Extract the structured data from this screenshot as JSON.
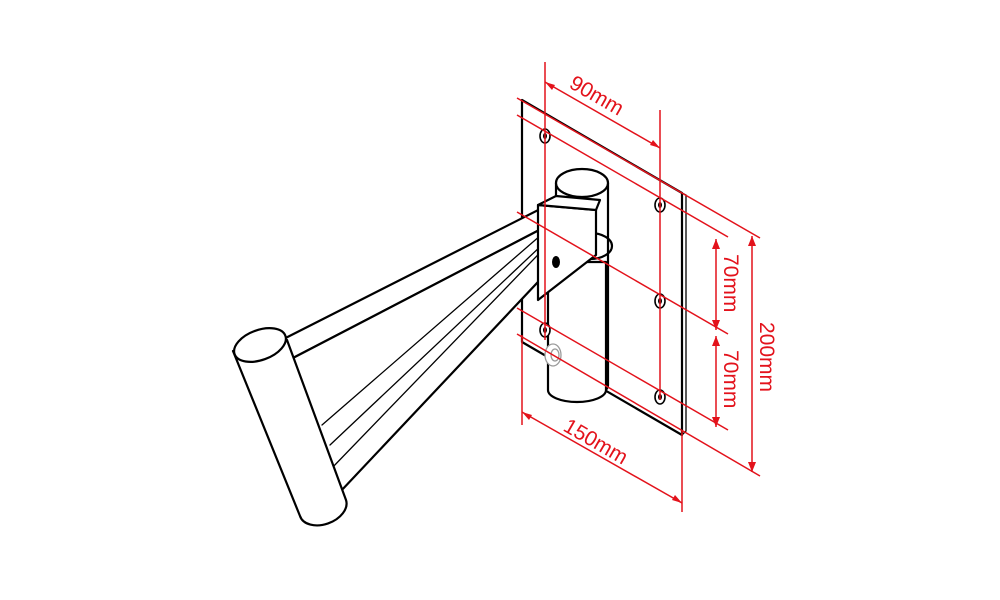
{
  "dimensions": {
    "top_width": "90mm",
    "bottom_width": "150mm",
    "hole_spacing_upper": "70mm",
    "hole_spacing_lower": "70mm",
    "total_height": "200mm"
  },
  "colors": {
    "dimension": "#e3121b",
    "outline": "#000000",
    "background": "#ffffff"
  }
}
